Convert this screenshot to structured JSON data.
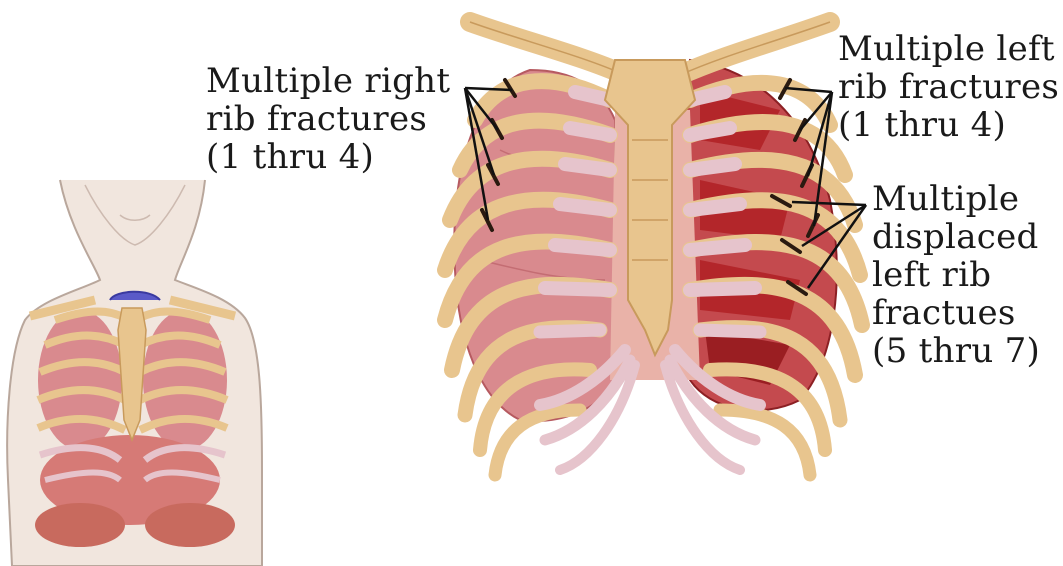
{
  "colors": {
    "bone": "#e8c58e",
    "bone_dark": "#c89a5c",
    "cartilage": "#e6c4cc",
    "lung": "#d98a8e",
    "lung_dark": "#b65a60",
    "torn_tissue": "#b3262a",
    "skin": "#f1e6de",
    "skin_outline": "#b9a79c",
    "fracture_mark": "#2a1a10",
    "leader_line": "#111111"
  },
  "annotations": {
    "right_ribs": {
      "lines": [
        "Multiple right",
        "rib fractures",
        "(1 thru 4)"
      ]
    },
    "left_ribs_upper": {
      "lines": [
        "Multiple left",
        "rib fractures",
        "(1 thru 4)"
      ]
    },
    "left_ribs_lower": {
      "lines": [
        "Multiple",
        "displaced",
        "left rib",
        "fractues",
        "(5 thru 7)"
      ]
    }
  }
}
